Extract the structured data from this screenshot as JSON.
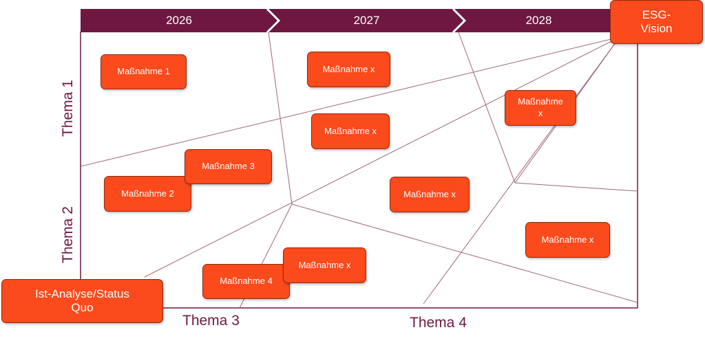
{
  "colors": {
    "primary": "#6e1741",
    "accent": "#fb4a1c",
    "line": "#9b6677"
  },
  "timeline": {
    "years": [
      "2026",
      "2027",
      "2028"
    ]
  },
  "vision": {
    "label": "ESG-Vision"
  },
  "start": {
    "label": "Ist-Analyse/Status Quo"
  },
  "themes": {
    "t1": "Thema 1",
    "t2": "Thema 2",
    "t3": "Thema 3",
    "t4": "Thema 4"
  },
  "measures": {
    "m1": "Maßnahme 1",
    "m2": "Maßnahme 2",
    "m3": "Maßnahme 3",
    "m4": "Maßnahme 4",
    "mx1": "Maßnahme x",
    "mx2": "Maßnahme x",
    "mx3": "Maßnahme x",
    "mx4": "Maßnahme x",
    "mx5": "Maßnahme x",
    "mx6": "Maßnahme x"
  }
}
